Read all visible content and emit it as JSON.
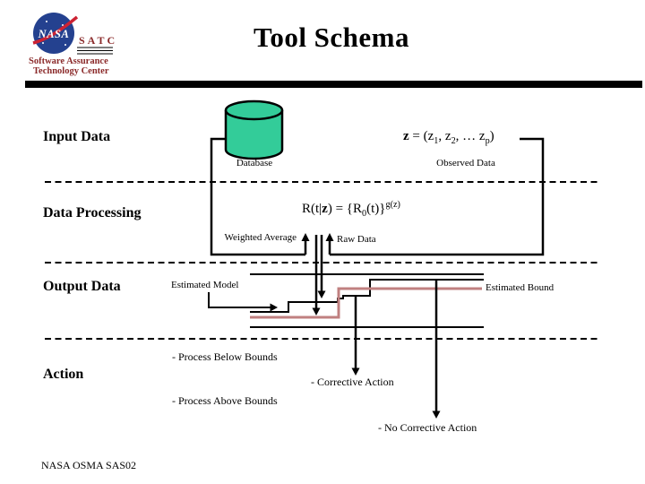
{
  "header": {
    "title": "Tool Schema"
  },
  "logo": {
    "nasa": "NASA",
    "satc": "SATC",
    "sub1": "Software Assurance",
    "sub2": "Technology Center"
  },
  "sections": {
    "input": "Input Data",
    "processing": "Data Processing",
    "output": "Output Data",
    "action": "Action"
  },
  "input": {
    "database_label": "Database",
    "observed_label": "Observed Data",
    "formula": {
      "z": "z",
      "p1": " = (z",
      "s1": "1",
      "p2": ", z",
      "s2": "2",
      "p3": ", … z",
      "sp": "p",
      "p4": ")"
    }
  },
  "processing": {
    "formula": {
      "p1": "R(t|",
      "z": "z",
      "p2": ") = {R",
      "s0": "0",
      "p3": "(t)}",
      "sup": "g(z)"
    },
    "weighted_average": "Weighted Average",
    "raw_data": "Raw Data"
  },
  "output": {
    "estimated_model": "Estimated Model",
    "estimated_bound": "Estimated Bound"
  },
  "action": {
    "below": "- Process Below Bounds",
    "corrective": "- Corrective Action",
    "above": "- Process Above Bounds",
    "none": "- No Corrective Action"
  },
  "footer": {
    "text": "NASA OSMA SAS02"
  },
  "colors": {
    "database_green": "#33CC99",
    "bound_pink": "#C08080",
    "logo_blue": "#24418F",
    "logo_red": "#CC2233",
    "logo_dark_red": "#8B2A2A"
  }
}
